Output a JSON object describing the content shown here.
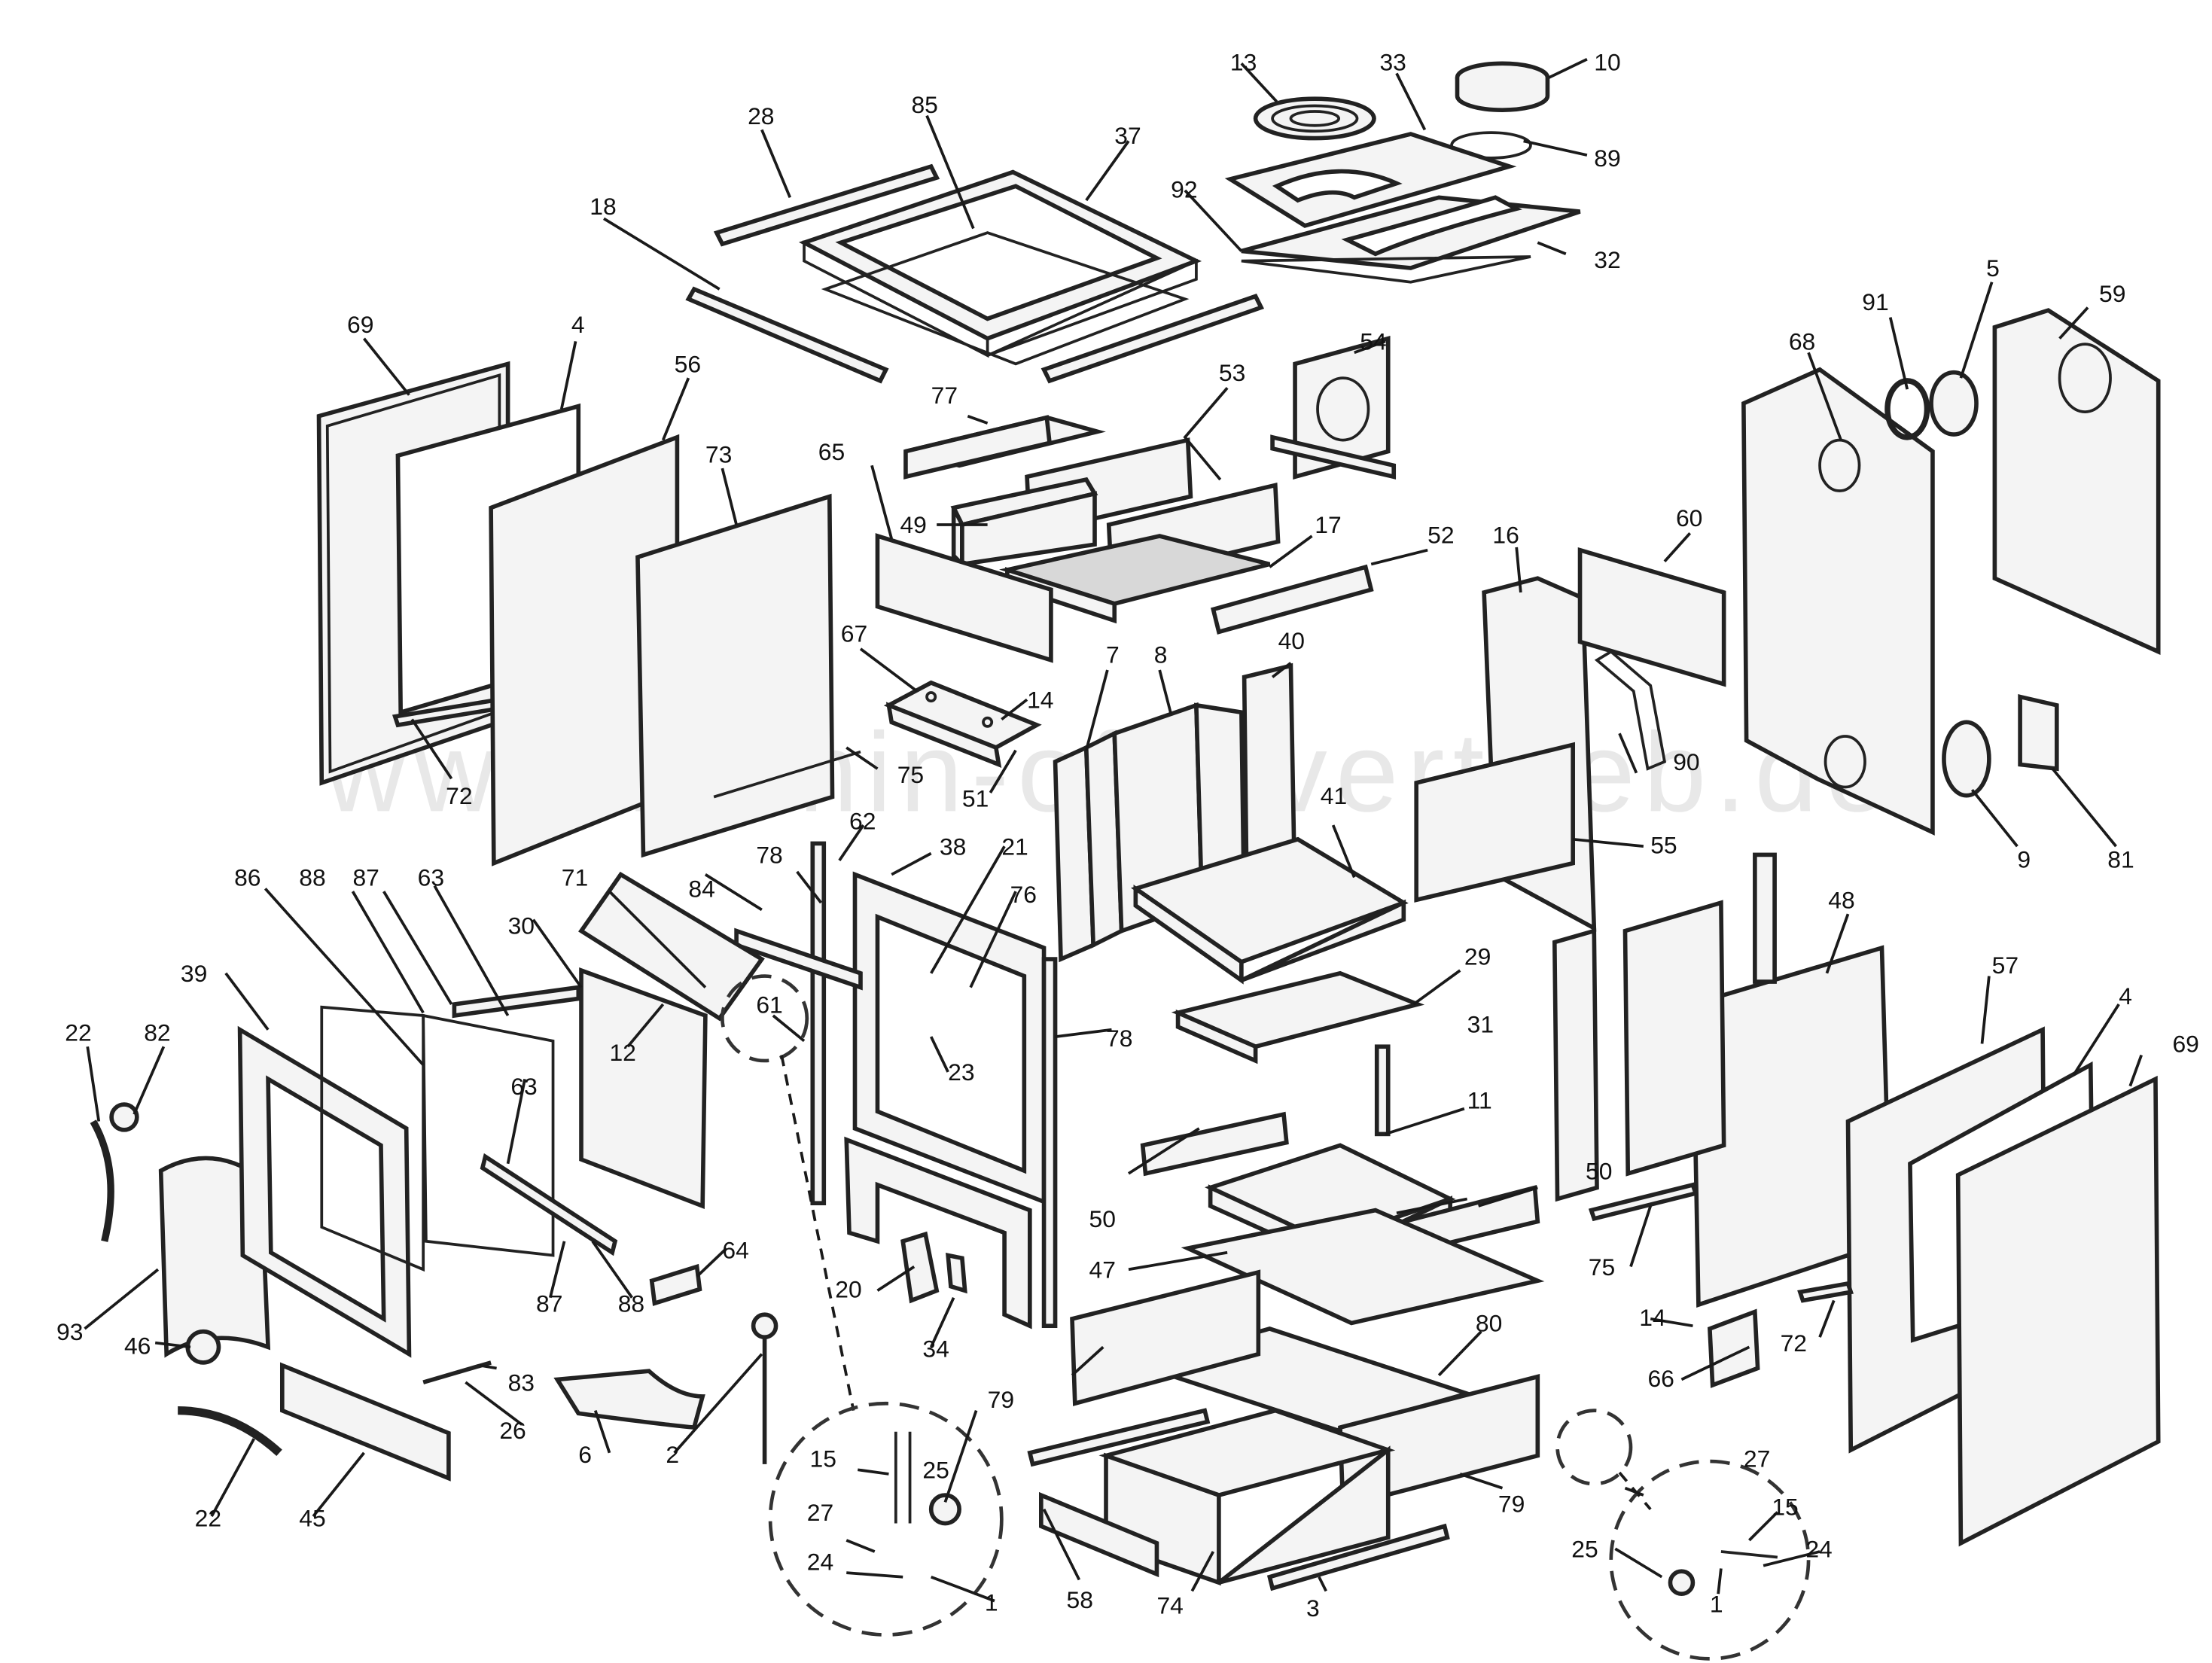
{
  "watermark": "www.kamin-ofenvertrieb.de",
  "labels": {
    "l1a": "1",
    "l1b": "1",
    "l2": "2",
    "l3": "3",
    "l4a": "4",
    "l4b": "4",
    "l5": "5",
    "l6": "6",
    "l7": "7",
    "l8": "8",
    "l9": "9",
    "l10": "10",
    "l11": "11",
    "l12": "12",
    "l13": "13",
    "l14a": "14",
    "l14b": "14",
    "l15a": "15",
    "l15b": "15",
    "l16": "16",
    "l17": "17",
    "l18": "18",
    "l20": "20",
    "l21": "21",
    "l22a": "22",
    "l22b": "22",
    "l23": "23",
    "l24a": "24",
    "l24b": "24",
    "l25a": "25",
    "l25b": "25",
    "l26": "26",
    "l27a": "27",
    "l27b": "27",
    "l28": "28",
    "l29": "29",
    "l30": "30",
    "l31": "31",
    "l32": "32",
    "l33": "33",
    "l34": "34",
    "l37": "37",
    "l38": "38",
    "l39": "39",
    "l40": "40",
    "l41": "41",
    "l45": "45",
    "l46": "46",
    "l47": "47",
    "l48": "48",
    "l49": "49",
    "l50a": "50",
    "l50b": "50",
    "l51": "51",
    "l52": "52",
    "l53": "53",
    "l54": "54",
    "l55": "55",
    "l56": "56",
    "l57": "57",
    "l58": "58",
    "l59": "59",
    "l60": "60",
    "l61": "61",
    "l62": "62",
    "l63a": "63",
    "l63b": "63",
    "l64": "64",
    "l65": "65",
    "l66": "66",
    "l67": "67",
    "l68": "68",
    "l69a": "69",
    "l69b": "69",
    "l71": "71",
    "l72a": "72",
    "l72b": "72",
    "l73": "73",
    "l74": "74",
    "l75a": "75",
    "l75b": "75",
    "l76": "76",
    "l77": "77",
    "l78a": "78",
    "l78b": "78",
    "l79a": "79",
    "l79b": "79",
    "l80": "80",
    "l81": "81",
    "l82": "82",
    "l83": "83",
    "l84": "84",
    "l85": "85",
    "l86": "86",
    "l87a": "87",
    "l87b": "87",
    "l88a": "88",
    "l88b": "88",
    "l89": "89",
    "l90": "90",
    "l91": "91",
    "l92": "92",
    "l93": "93"
  }
}
